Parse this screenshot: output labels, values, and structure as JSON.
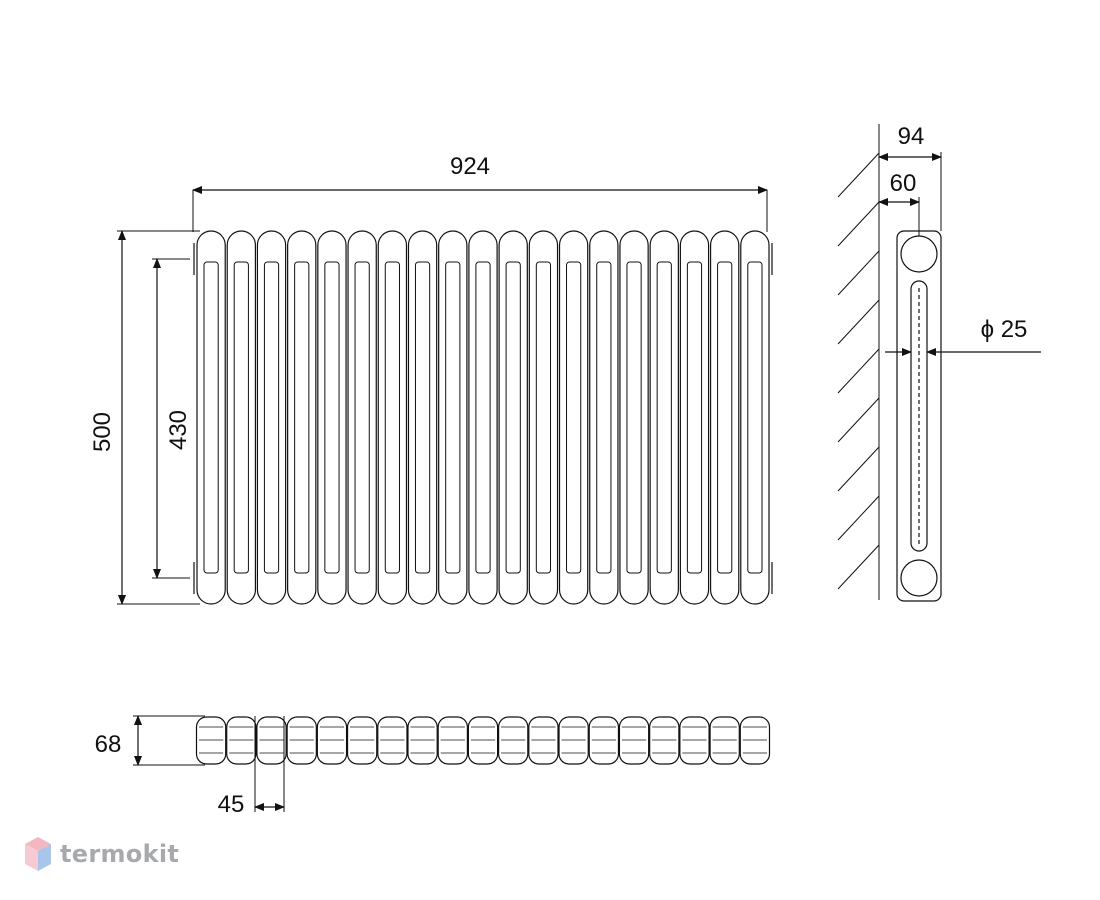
{
  "dimensions": {
    "front_width": "924",
    "front_height": "500",
    "axis_distance": "430",
    "side_depth_total": "94",
    "side_depth_inner": "60",
    "pipe_diameter": "ϕ 25",
    "top_depth": "68",
    "section_pitch": "45"
  },
  "radiator": {
    "section_count": 19
  },
  "brand": {
    "name": "termokit",
    "logo_icon": "cube-icon",
    "colors": {
      "top": "#f3b7c2",
      "left": "#f7c9d3",
      "right": "#a9c6ea"
    }
  }
}
